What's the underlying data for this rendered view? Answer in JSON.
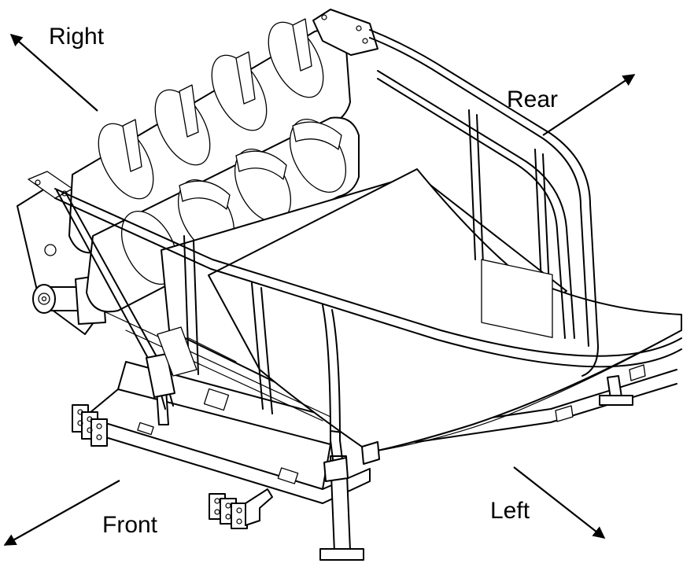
{
  "labels": {
    "right": "Right",
    "rear": "Rear",
    "front": "Front",
    "left": "Left"
  },
  "colors": {
    "line": "#000000",
    "background": "#ffffff"
  }
}
